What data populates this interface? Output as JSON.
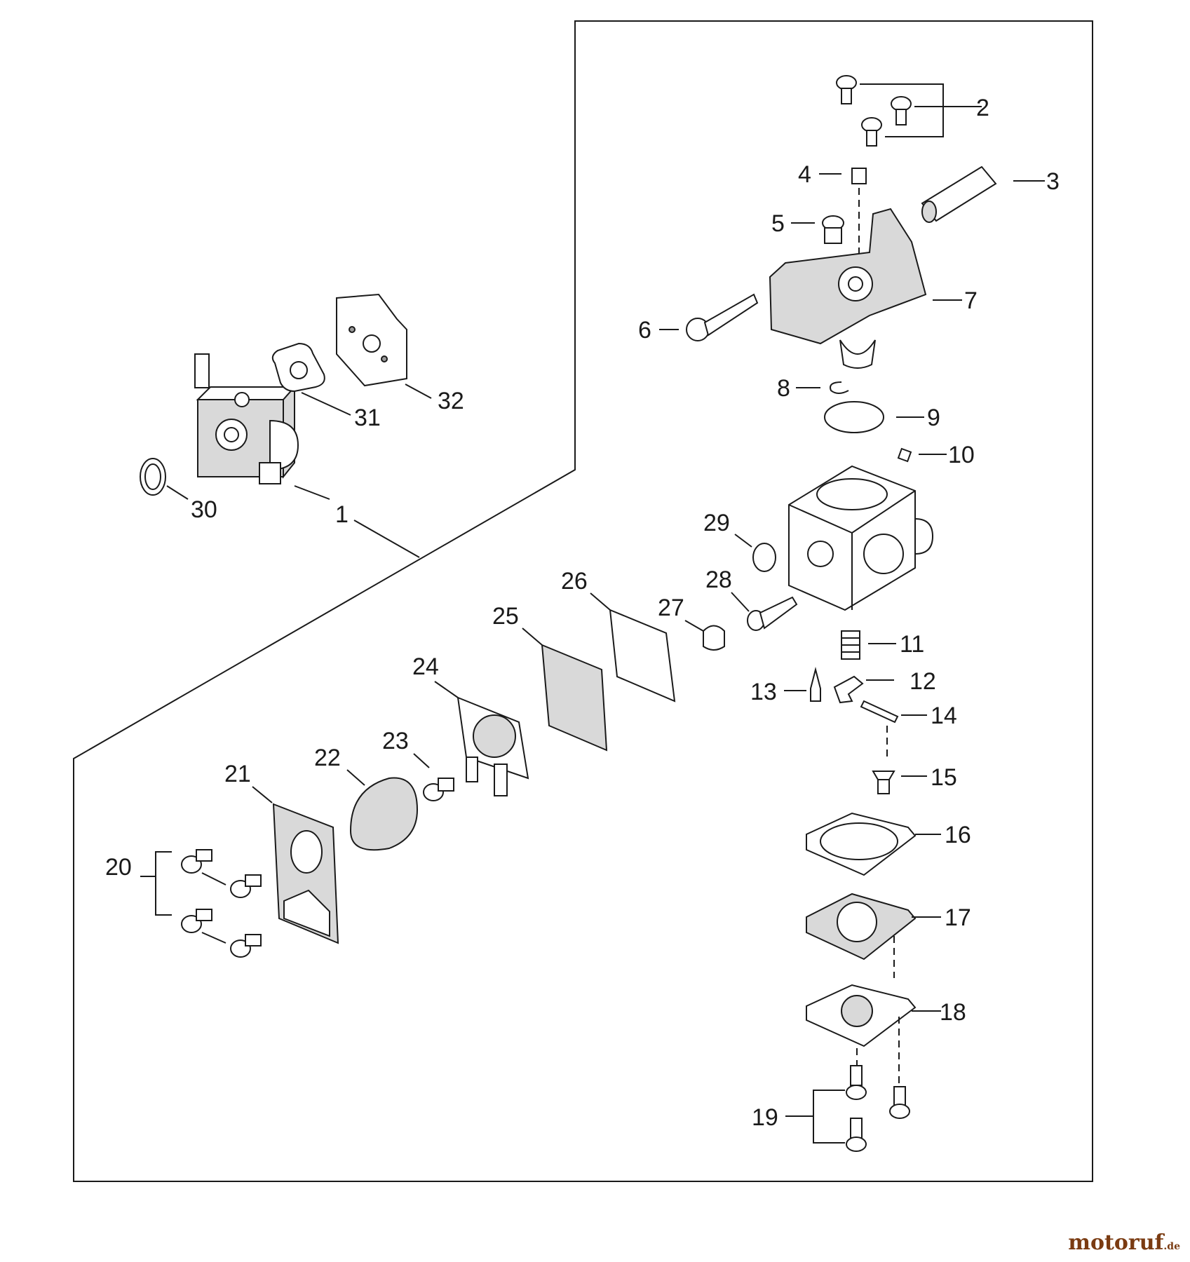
{
  "diagram": {
    "part_numbers": [
      "1",
      "2",
      "3",
      "4",
      "5",
      "6",
      "7",
      "8",
      "9",
      "10",
      "11",
      "12",
      "13",
      "14",
      "15",
      "16",
      "17",
      "18",
      "19",
      "20",
      "21",
      "22",
      "23",
      "24",
      "25",
      "26",
      "27",
      "28",
      "29",
      "30",
      "31",
      "32"
    ]
  },
  "watermark": {
    "text": "motoruf",
    "suffix": ".de"
  }
}
